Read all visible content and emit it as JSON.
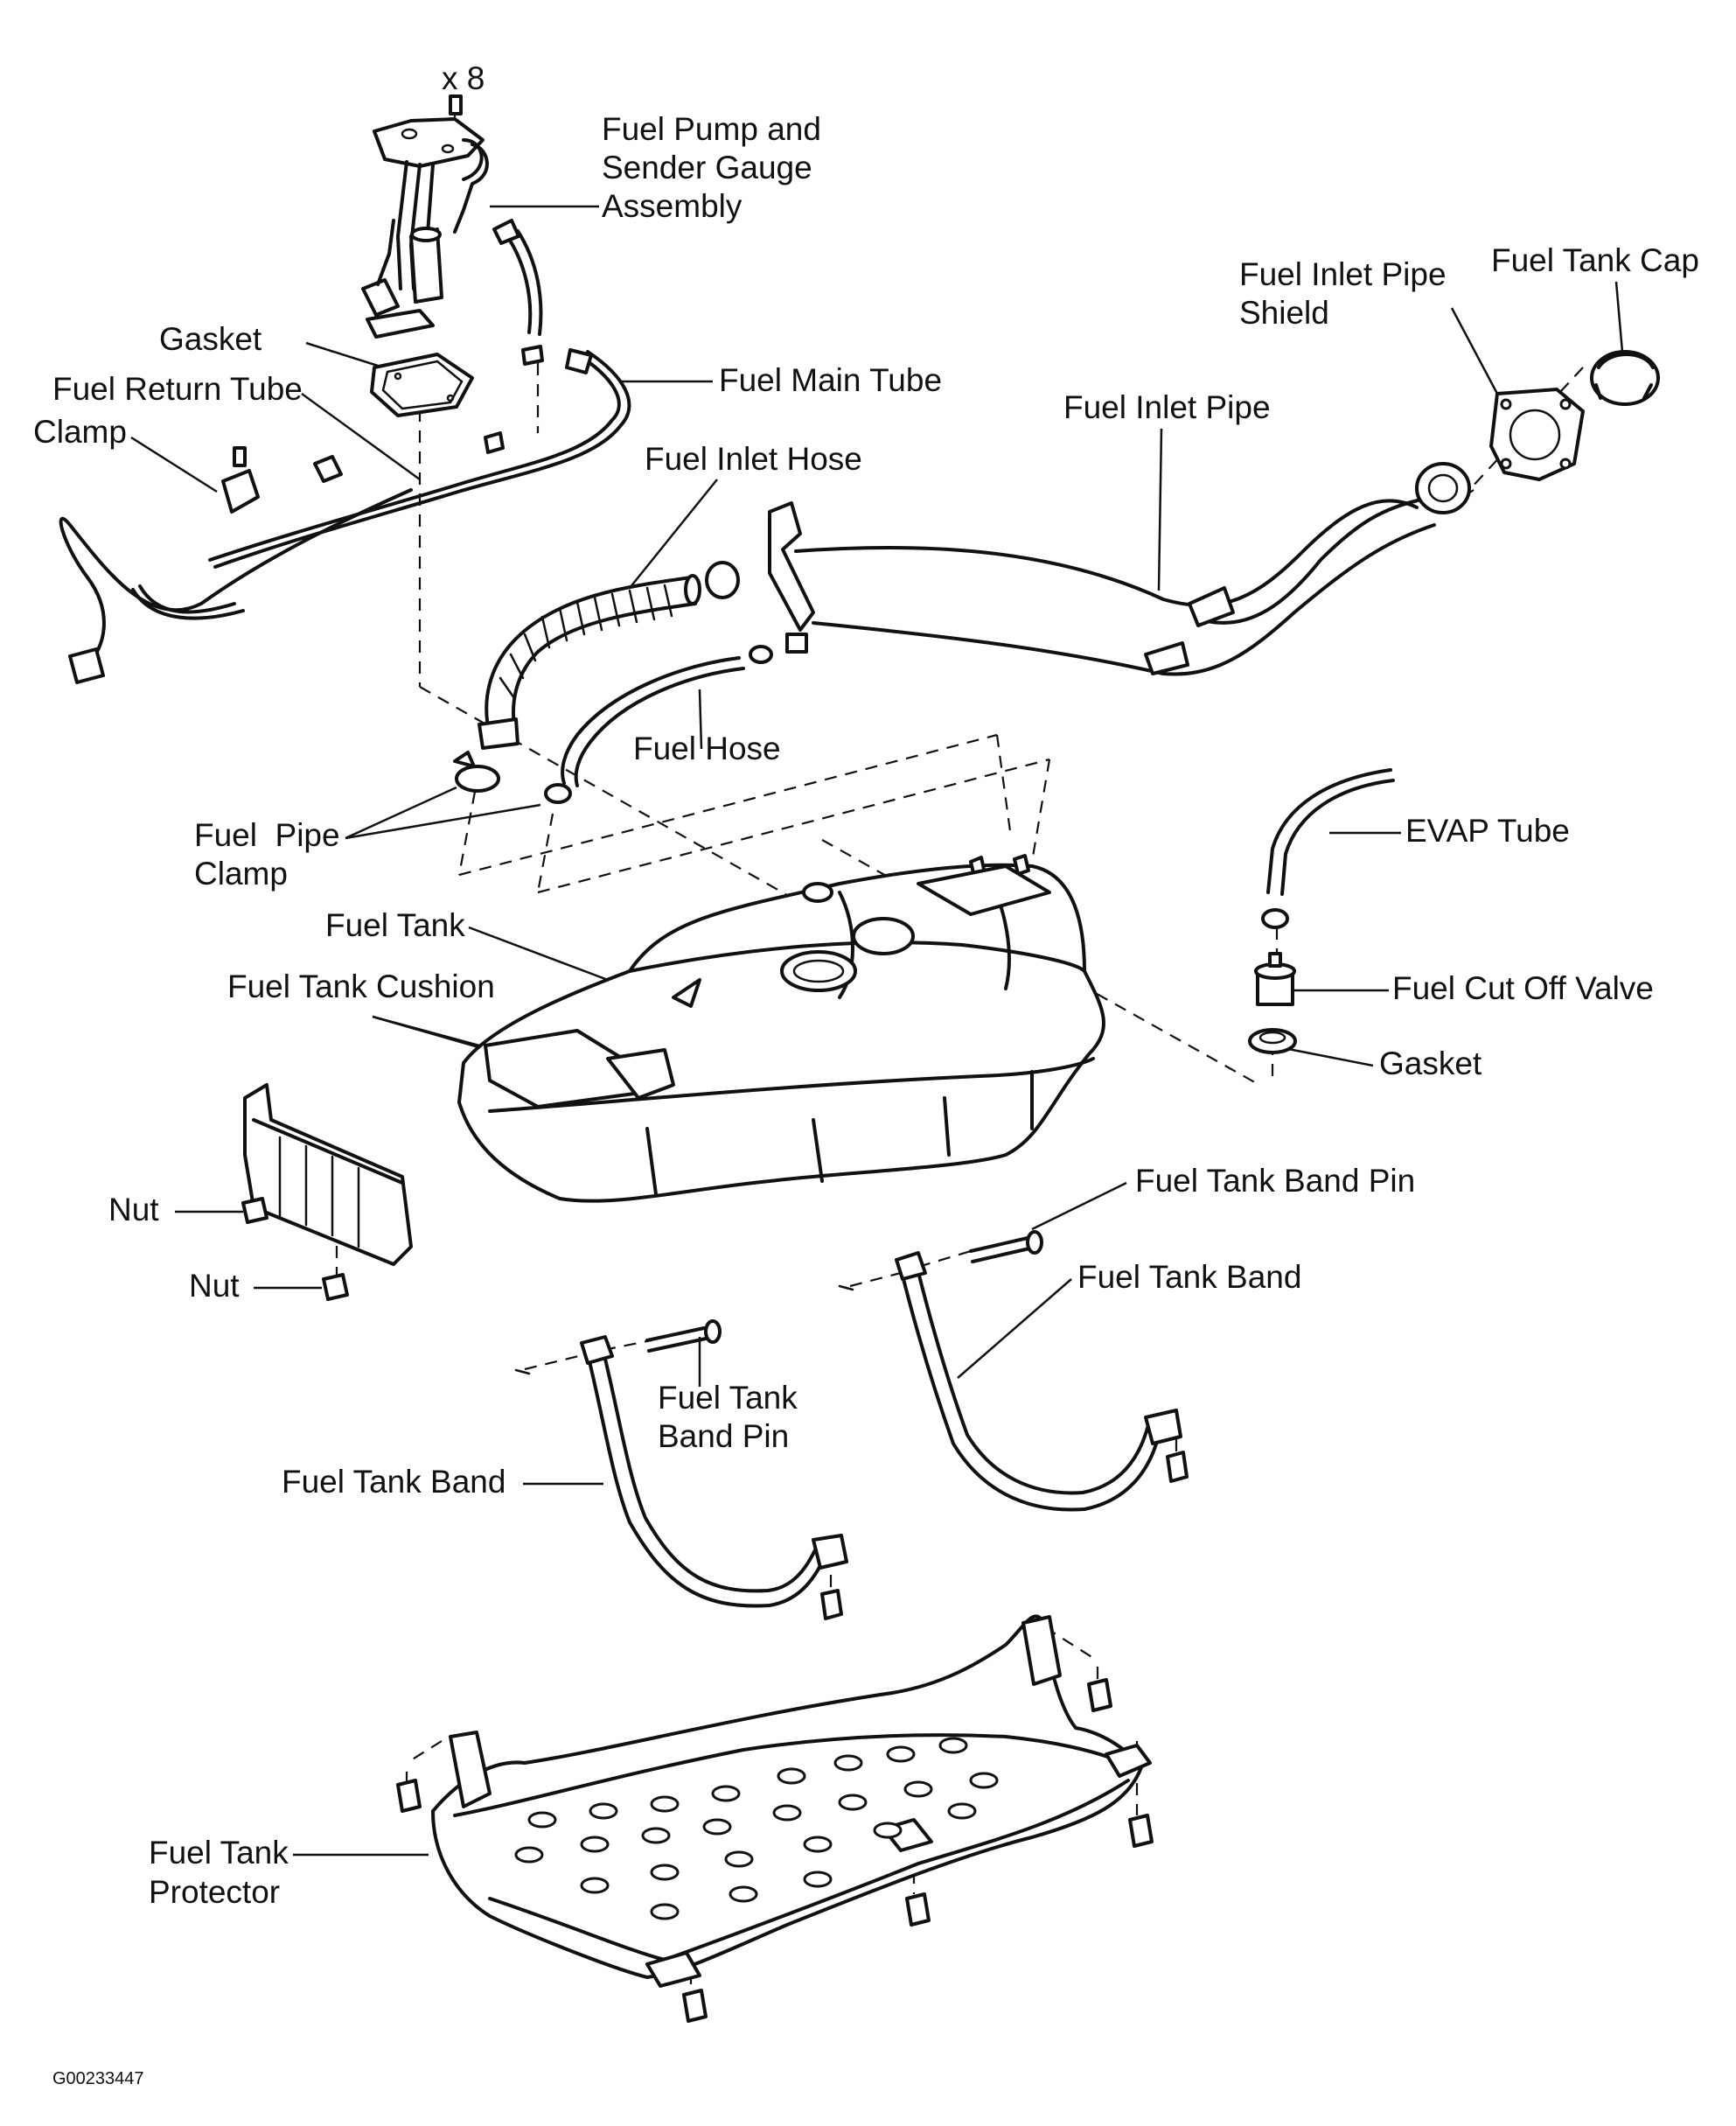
{
  "labels": {
    "qty": "x 8",
    "pump_assembly": [
      "Fuel Pump and",
      "Sender Gauge",
      "Assembly"
    ],
    "gasket_top": "Gasket",
    "return_tube": "Fuel Return Tube",
    "clamp": "Clamp",
    "main_tube": "Fuel Main Tube",
    "inlet_hose": "Fuel Inlet Hose",
    "inlet_pipe": "Fuel Inlet Pipe",
    "inlet_pipe_shield": [
      "Fuel Inlet Pipe",
      "Shield"
    ],
    "tank_cap": "Fuel Tank Cap",
    "fuel_hose": "Fuel Hose",
    "pipe_clamp": [
      "Fuel  Pipe",
      "Clamp"
    ],
    "evap_tube": "EVAP Tube",
    "fuel_tank": "Fuel Tank",
    "tank_cushion": "Fuel Tank Cushion",
    "cut_off_valve": "Fuel Cut Off Valve",
    "gasket_valve": "Gasket",
    "nut_1": "Nut",
    "nut_2": "Nut",
    "band_pin_right": "Fuel Tank Band Pin",
    "band_right": "Fuel Tank Band",
    "band_pin_left": [
      "Fuel Tank",
      "Band Pin"
    ],
    "band_left": "Fuel Tank Band",
    "protector": [
      "Fuel Tank",
      "Protector"
    ]
  },
  "figure_code": "G00233447"
}
